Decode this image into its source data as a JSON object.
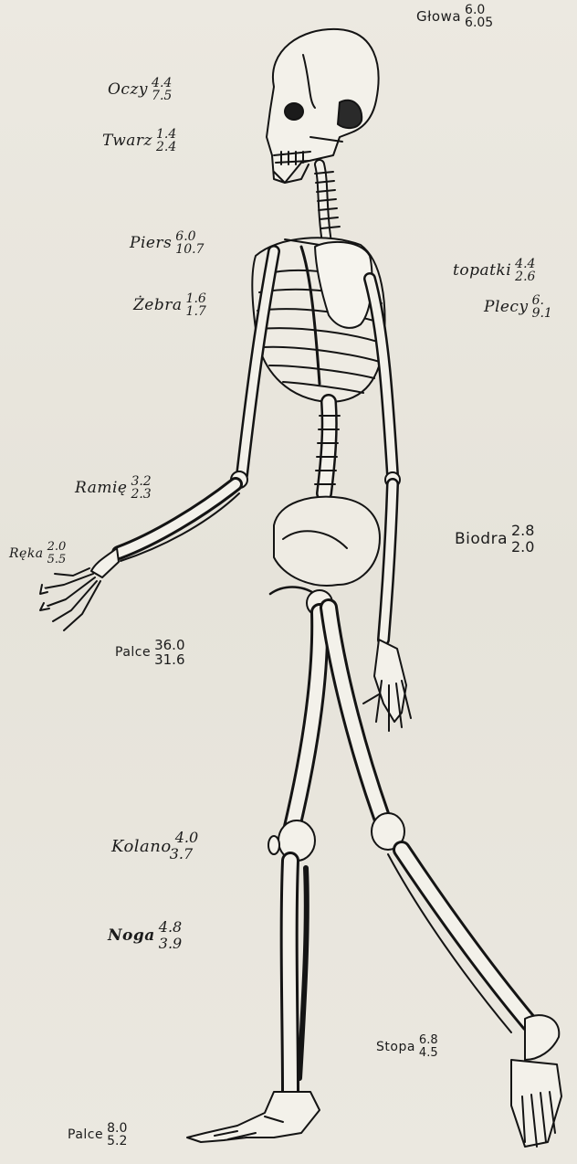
{
  "labels": [
    {
      "id": "glowa",
      "name": "Głowa",
      "top": "6.0",
      "bottom": "6.05"
    },
    {
      "id": "oczy",
      "name": "Oczy",
      "top": "4.4",
      "bottom": "7.5"
    },
    {
      "id": "twarz",
      "name": "Twarz",
      "top": "1.4",
      "bottom": "2.4"
    },
    {
      "id": "piers",
      "name": "Piers",
      "top": "6.0",
      "bottom": "10.7"
    },
    {
      "id": "lopatki",
      "name": "topatki",
      "top": "4.4",
      "bottom": "2.6"
    },
    {
      "id": "zebra",
      "name": "Żebra",
      "top": "1.6",
      "bottom": "1.7"
    },
    {
      "id": "plecy",
      "name": "Plecy",
      "top": "6.",
      "bottom": "9.1"
    },
    {
      "id": "ramie",
      "name": "Ramię",
      "top": "3.2",
      "bottom": "2.3"
    },
    {
      "id": "biodra",
      "name": "Biodra",
      "top": "2.8",
      "bottom": "2.0"
    },
    {
      "id": "reka",
      "name": "Ręka",
      "top": "2.0",
      "bottom": "5.5"
    },
    {
      "id": "palce-reki",
      "name": "Palce",
      "top": "36.0",
      "bottom": "31.6"
    },
    {
      "id": "kolano",
      "name": "Kolano",
      "top": "4.0",
      "bottom": "3.7"
    },
    {
      "id": "noga",
      "name": "Noga",
      "top": "4.8",
      "bottom": "3.9"
    },
    {
      "id": "stopa",
      "name": "Stopa",
      "top": "6.8",
      "bottom": "4.5"
    },
    {
      "id": "palce-stopy",
      "name": "Palce",
      "top": "8.0",
      "bottom": "5.2"
    }
  ]
}
